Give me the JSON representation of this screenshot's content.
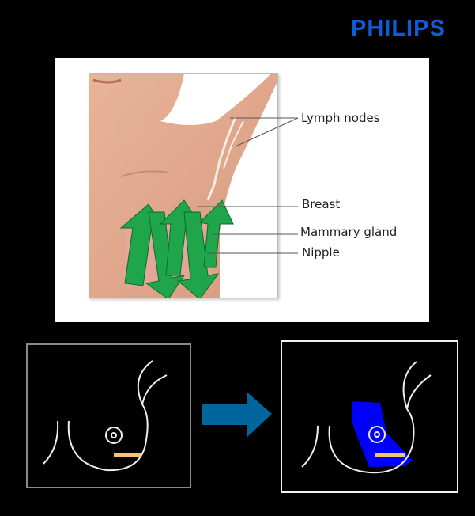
{
  "brand": {
    "logo_text": "PHILIPS",
    "color": "#0b5ed7"
  },
  "anatomy": {
    "labels": {
      "lymph_nodes": "Lymph nodes",
      "breast": "Breast",
      "mammary_gland": "Mammary gland",
      "nipple": "Nipple"
    },
    "scan_arrow_color": "#1fa64a"
  },
  "transition": {
    "arrow_color": "#00659c"
  },
  "coverage": {
    "highlight_color": "#0000ff",
    "probe_color": "#f2c66d"
  }
}
